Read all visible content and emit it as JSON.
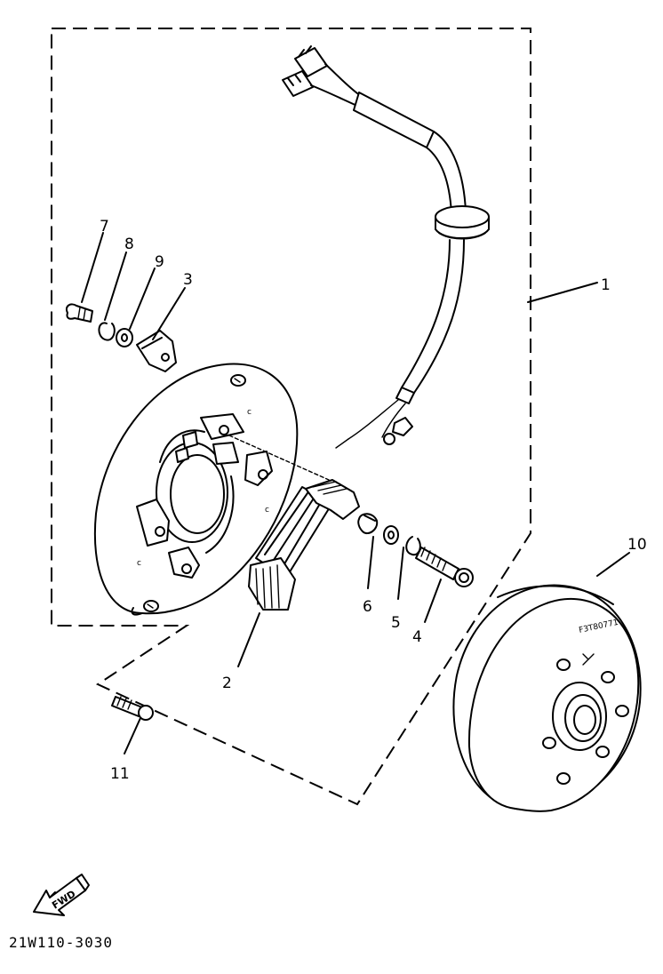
{
  "parts": [
    {
      "id": "1",
      "label": "1"
    },
    {
      "id": "2",
      "label": "2"
    },
    {
      "id": "3",
      "label": "3"
    },
    {
      "id": "4",
      "label": "4"
    },
    {
      "id": "5",
      "label": "5"
    },
    {
      "id": "6",
      "label": "6"
    },
    {
      "id": "7",
      "label": "7"
    },
    {
      "id": "8",
      "label": "8"
    },
    {
      "id": "9",
      "label": "9"
    },
    {
      "id": "10",
      "label": "10"
    },
    {
      "id": "11",
      "label": "11"
    }
  ],
  "direction_arrow": "FWD",
  "diagram_code": "21W110-3030",
  "flywheel_marking": "F3T80771"
}
